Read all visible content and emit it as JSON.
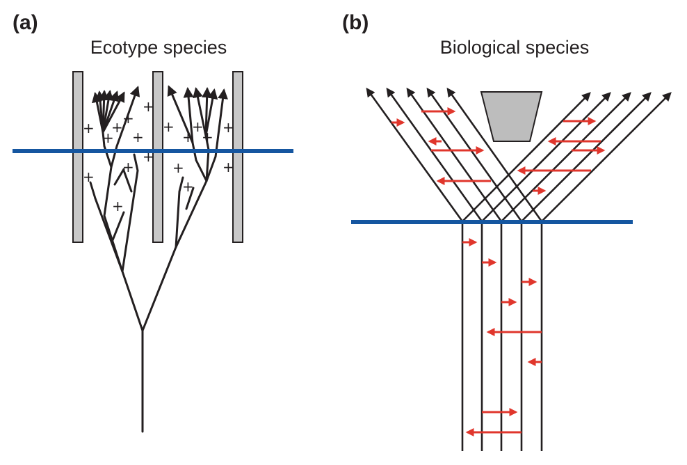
{
  "panel_a": {
    "label": "(a)",
    "title": "Ecotype species",
    "marker_symbol": "+"
  },
  "panel_b": {
    "label": "(b)",
    "title": "Biological species"
  },
  "colors": {
    "lineage": "#231f20",
    "gene_flow_arrow": "#e0362c",
    "time_line": "#1556a0",
    "barrier": "#c8c8c8",
    "reproductive_isolation_block": "#bdbdbd"
  }
}
